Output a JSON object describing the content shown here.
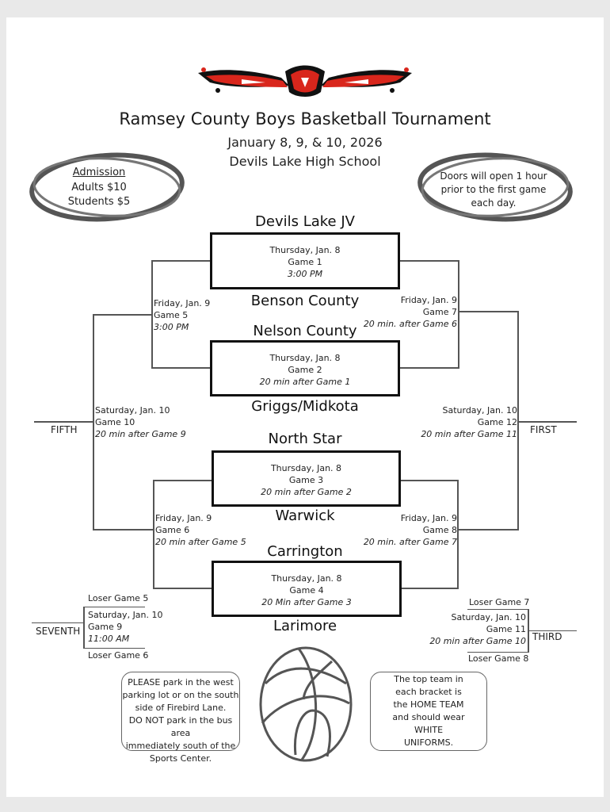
{
  "header": {
    "logo": "flaming-bird-logo",
    "title": "Ramsey County Boys Basketball Tournament",
    "dates": "January 8, 9, & 10, 2026",
    "venue": "Devils Lake High School"
  },
  "admission": {
    "heading": "Admission",
    "adults": "Adults $10",
    "students": "Students $5"
  },
  "doors": {
    "line1": "Doors will open 1 hour",
    "line2": "prior to the first game",
    "line3": "each day."
  },
  "teams": [
    "Devils Lake JV",
    "Benson County",
    "Nelson County",
    "Griggs/Midkota",
    "North Star",
    "Warwick",
    "Carrington",
    "Larimore"
  ],
  "games": {
    "g1": {
      "day": "Thursday, Jan. 8",
      "game": "Game 1",
      "time": "3:00 PM"
    },
    "g2": {
      "day": "Thursday, Jan. 8",
      "game": "Game 2",
      "time": "20 min after Game 1"
    },
    "g3": {
      "day": "Thursday, Jan. 8",
      "game": "Game 3",
      "time": "20 min after Game 2"
    },
    "g4": {
      "day": "Thursday, Jan. 8",
      "game": "Game 4",
      "time": "20 Min after Game 3"
    },
    "g5": {
      "day": "Friday, Jan. 9",
      "game": "Game 5",
      "time": "3:00 PM"
    },
    "g6": {
      "day": "Friday, Jan. 9",
      "game": "Game 6",
      "time": "20 min after Game 5"
    },
    "g7": {
      "day": "Friday, Jan. 9",
      "game": "Game 7",
      "time": "20 min. after Game 6"
    },
    "g8": {
      "day": "Friday, Jan. 9",
      "game": "Game 8",
      "time": "20 min. after Game 7"
    },
    "g9": {
      "day": "Saturday, Jan. 10",
      "game": "Game 9",
      "time": "11:00 AM"
    },
    "g10": {
      "day": "Saturday, Jan. 10",
      "game": "Game 10",
      "time": "20 min after Game 9"
    },
    "g11": {
      "day": "Saturday, Jan. 10",
      "game": "Game 11",
      "time": "20 min after Game 10"
    },
    "g12": {
      "day": "Saturday, Jan. 10",
      "game": "Game 12",
      "time": "20 min after Game 11"
    }
  },
  "places": {
    "fifth": "FIFTH",
    "first": "FIRST",
    "seventh": "SEVENTH",
    "third": "THIRD"
  },
  "losers": {
    "l5": "Loser Game 5",
    "l6": "Loser Game 6",
    "l7": "Loser Game 7",
    "l8": "Loser Game 8"
  },
  "notes": {
    "parking": [
      "PLEASE park in the west",
      "parking lot or on the south",
      "side of Firebird Lane.",
      "DO NOT park in the bus area",
      "immediately south of the",
      "Sports Center."
    ],
    "home": [
      "The top team in",
      "each bracket is",
      "the HOME TEAM",
      "and should wear",
      "WHITE",
      "UNIFORMS."
    ]
  },
  "colors": {
    "logo_red": "#d9261c",
    "logo_black": "#111111",
    "oval_gray": "#555555"
  }
}
